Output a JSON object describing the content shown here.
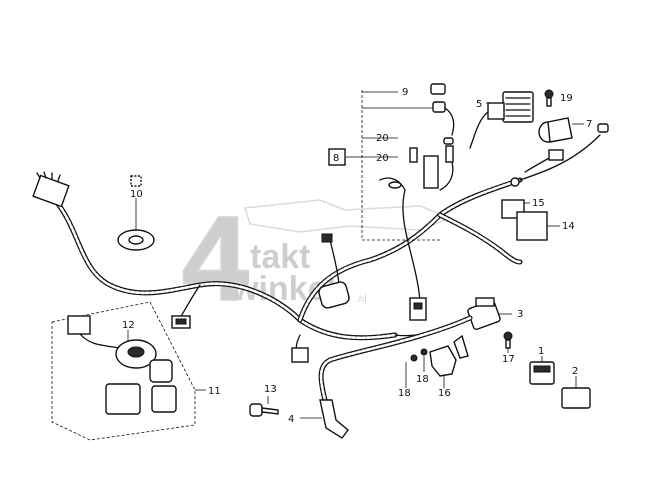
{
  "watermark": {
    "digit": "4",
    "line1": "takt",
    "line2": "winkel",
    "suffix": ".nl"
  },
  "callouts": {
    "c1": "1",
    "c2": "2",
    "c3": "3",
    "c4": "4",
    "c5": "5",
    "c7": "7",
    "c8": "8",
    "c9": "9",
    "c10": "10",
    "c11": "11",
    "c12": "12",
    "c13": "13",
    "c14": "14",
    "c15": "15",
    "c16": "16",
    "c17": "17",
    "c18a": "18",
    "c18b": "18",
    "c19": "19",
    "c20a": "20",
    "c20b": "20"
  }
}
